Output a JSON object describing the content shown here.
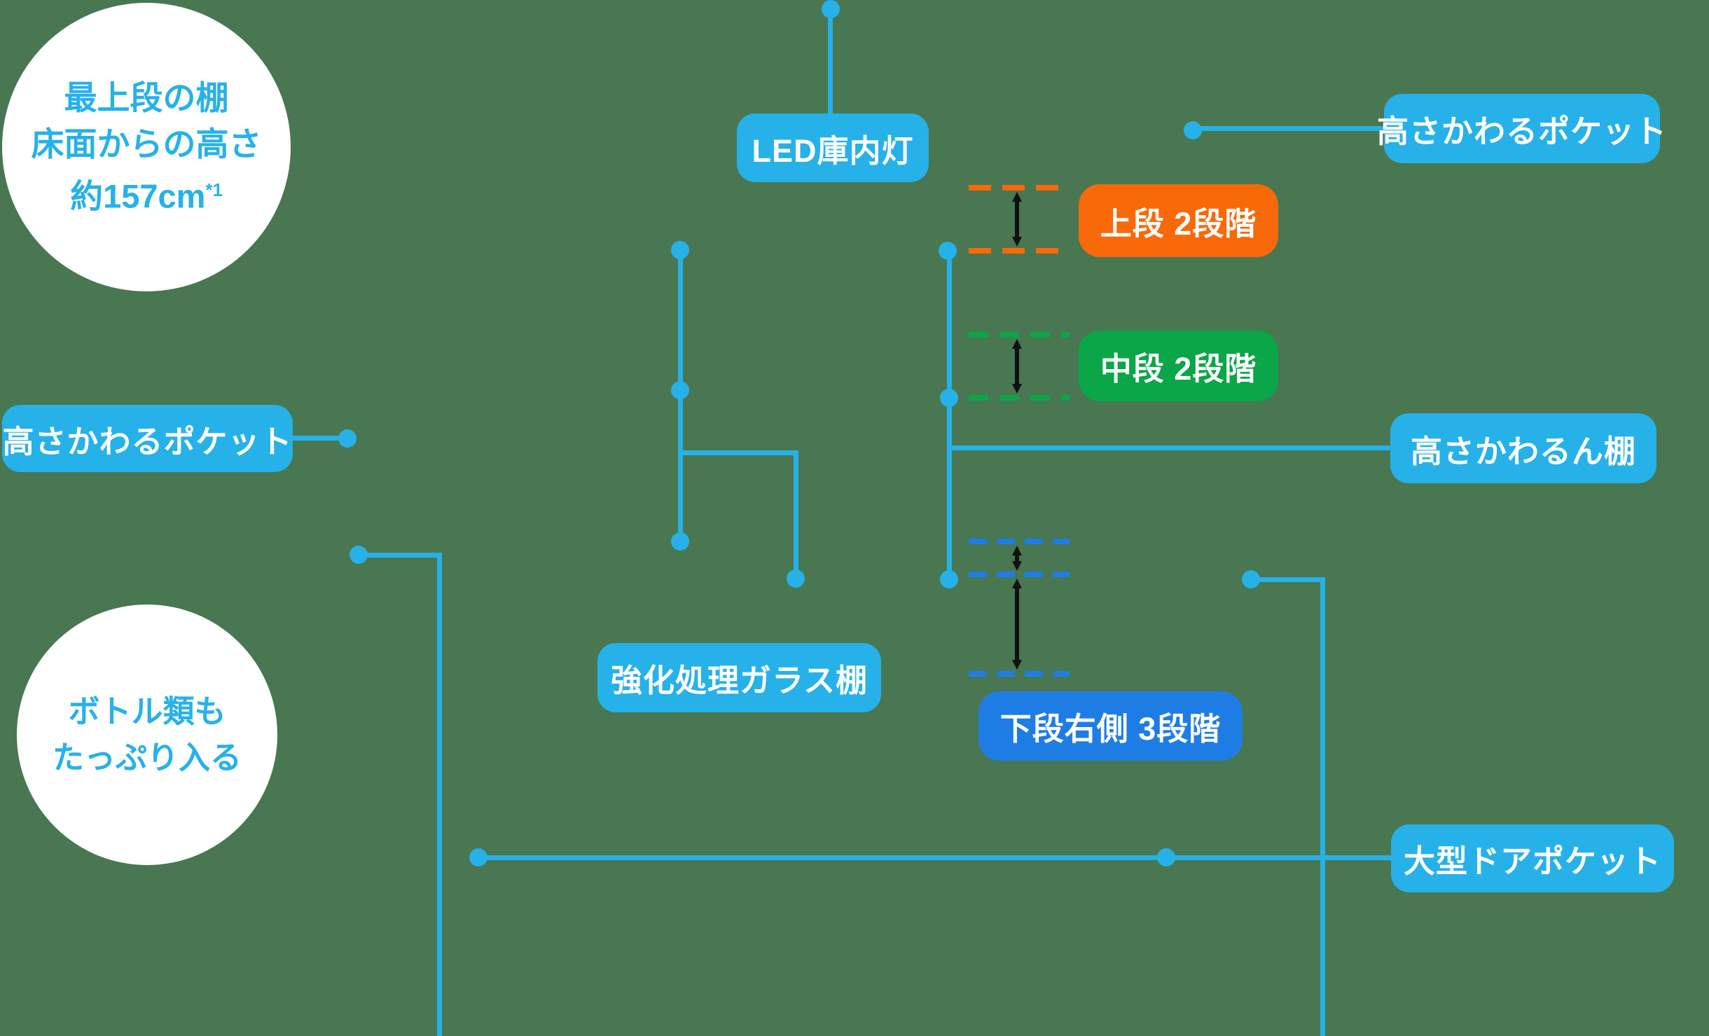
{
  "colors": {
    "background": "#487751",
    "cyan": "#27b1e9",
    "orange": "#f8690a",
    "green": "#0aa647",
    "deep_blue": "#1e7de5",
    "arrow_black": "#111111",
    "label_text": "#ffffff"
  },
  "callout_circles": [
    {
      "id": "top-shelf-height",
      "lines": [
        "最上段の棚",
        "床面からの高さ",
        "約157cm"
      ],
      "note": "*1"
    },
    {
      "id": "bottle-capacity",
      "lines": [
        "ボトル類も",
        "たっぷり入る"
      ]
    }
  ],
  "labels": {
    "led_light": "LED庫内灯",
    "pocket_left": "高さかわるポケット",
    "pocket_top_right": "高さかわるポケット",
    "shelf_adjustable": "高さかわるん棚",
    "glass_shelf": "強化処理ガラス棚",
    "door_pocket": "大型ドアポケット",
    "upper_stage": "上段 2段階",
    "middle_stage": "中段 2段階",
    "lower_right_stage": "下段右側 3段階"
  }
}
